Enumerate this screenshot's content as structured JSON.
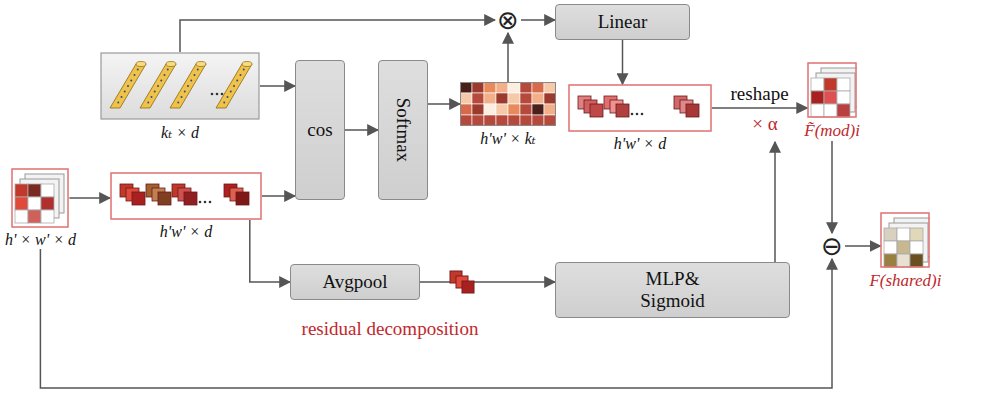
{
  "diagram": {
    "nodes": [
      {
        "text": [
          "kₜ × d"
        ]
      },
      {
        "text": [
          "h' × w' × d"
        ]
      },
      {
        "text": [
          "h'w' × d"
        ]
      },
      {
        "text": [
          "cos"
        ]
      },
      {
        "text": [
          "Softmax"
        ]
      },
      {
        "text": [
          "h'w' × kₜ"
        ]
      },
      {
        "text": [
          "⊗"
        ]
      },
      {
        "text": [
          "Linear"
        ]
      },
      {
        "text": [
          "h'w' × d"
        ]
      },
      {
        "text": [
          "Avgpool"
        ]
      },
      {
        "text": [
          "MLP& Sigmoid"
        ]
      },
      {
        "text": [
          "F̃(mod)i"
        ]
      },
      {
        "text": [
          "⊖"
        ]
      },
      {
        "text": [
          "F(shared)i"
        ]
      }
    ],
    "edges": [
      {
        "from": 0,
        "to": 6,
        "arrow": "to"
      },
      {
        "from": 0,
        "to": 3,
        "arrow": "to"
      },
      {
        "from": 1,
        "to": 2,
        "arrow": "to"
      },
      {
        "from": 2,
        "to": 3,
        "arrow": "to"
      },
      {
        "from": 3,
        "to": 4,
        "arrow": "to"
      },
      {
        "from": 4,
        "to": 5,
        "arrow": "to"
      },
      {
        "from": 5,
        "to": 6,
        "arrow": "to"
      },
      {
        "from": 6,
        "to": 7,
        "arrow": "to"
      },
      {
        "from": 7,
        "to": 8,
        "arrow": "to"
      },
      {
        "from": 8,
        "to": 11,
        "label": "reshape",
        "arrow": "to"
      },
      {
        "from": 2,
        "to": 9,
        "arrow": "to"
      },
      {
        "from": 9,
        "to": 10,
        "arrow": "to"
      },
      {
        "from": 11,
        "to": 12,
        "arrow": "to"
      },
      {
        "from": 1,
        "to": 12,
        "arrow": "to"
      },
      {
        "from": 12,
        "to": 13,
        "arrow": "to"
      }
    ],
    "labels": [
      "× α",
      "residual decomposition"
    ]
  }
}
